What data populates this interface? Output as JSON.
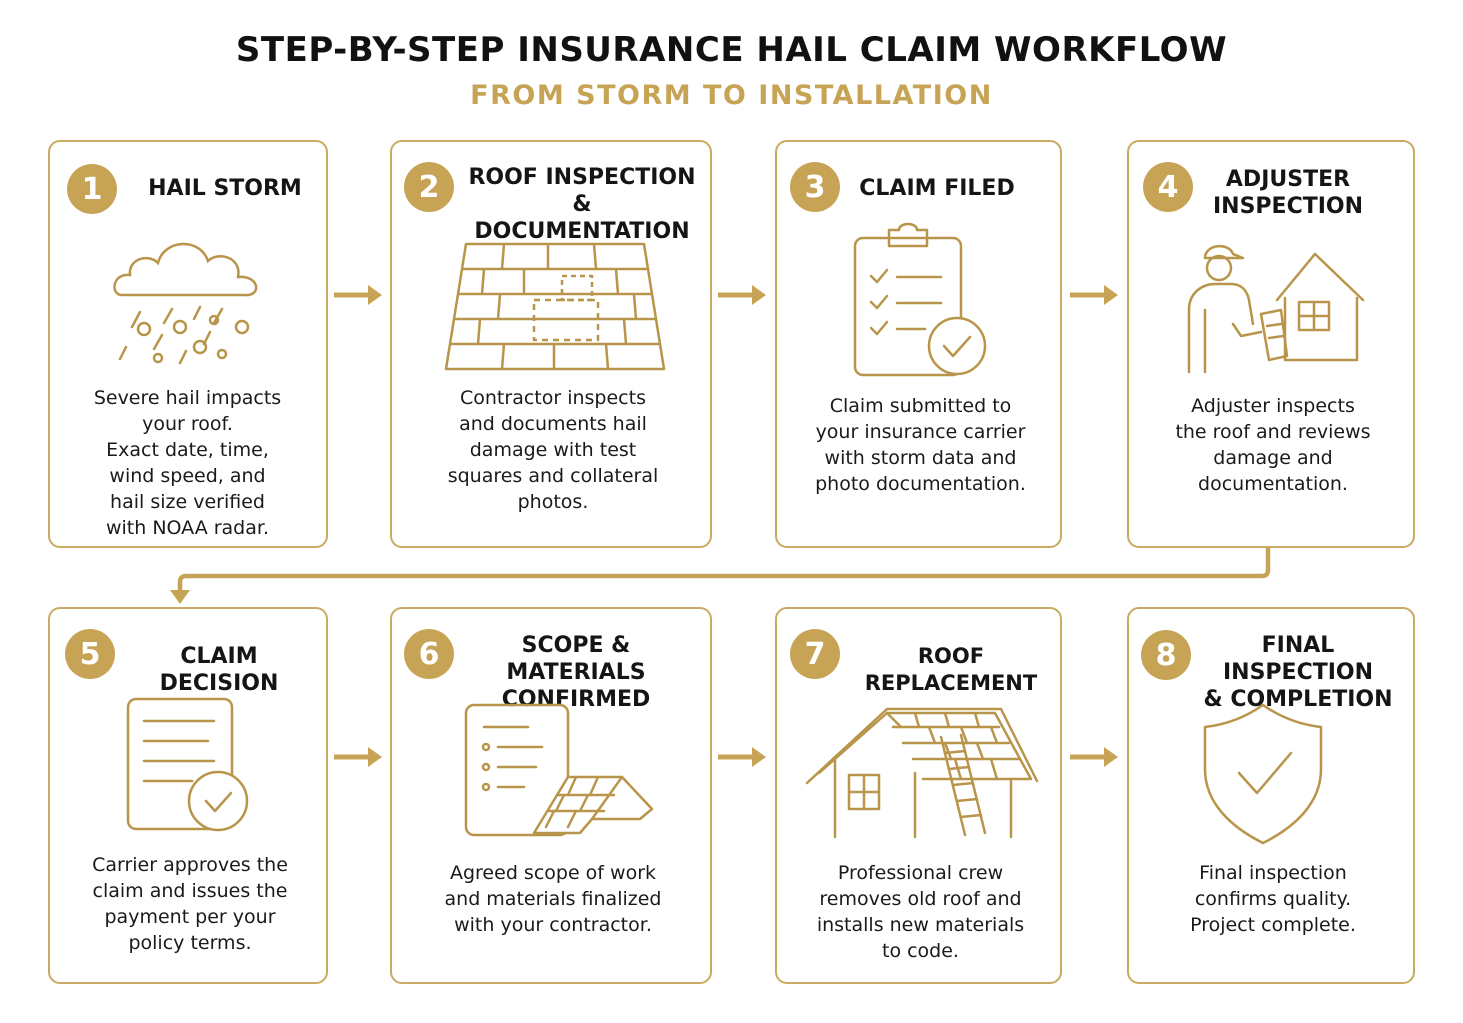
{
  "title": "STEP-BY-STEP INSURANCE HAIL CLAIM WORKFLOW",
  "subtitle": "FROM STORM TO INSTALLATION",
  "colors": {
    "accent": "#c7a455",
    "accent_dark": "#b8954a",
    "border": "#c9aa63",
    "text": "#1a1a1a"
  },
  "steps": [
    {
      "number": "1",
      "title": "HAIL STORM",
      "icon": "hail-cloud-icon",
      "description": "Severe hail impacts\nyour roof.\nExact date, time,\nwind speed, and\nhail size verified\nwith NOAA radar."
    },
    {
      "number": "2",
      "title": "ROOF INSPECTION\n& DOCUMENTATION",
      "icon": "roof-test-square-icon",
      "description": "Contractor inspects\nand documents hail\ndamage with test\nsquares and collateral\nphotos."
    },
    {
      "number": "3",
      "title": "CLAIM FILED",
      "icon": "clipboard-check-icon",
      "description": "Claim submitted to\nyour insurance carrier\nwith storm data and\nphoto documentation."
    },
    {
      "number": "4",
      "title": "ADJUSTER\nINSPECTION",
      "icon": "adjuster-house-icon",
      "description": "Adjuster inspects\nthe roof and reviews\ndamage and\ndocumentation."
    },
    {
      "number": "5",
      "title": "CLAIM DECISION",
      "icon": "approved-document-icon",
      "description": "Carrier approves the\nclaim and issues the\npayment per your\npolicy terms."
    },
    {
      "number": "6",
      "title": "SCOPE  & MATERIALS\nCONFIRMED",
      "icon": "scope-materials-icon",
      "description": "Agreed scope of work\nand materials finalized\nwith your contractor."
    },
    {
      "number": "7",
      "title": "ROOF REPLACEMENT",
      "icon": "house-ladder-icon",
      "description": "Professional crew\nremoves old roof and\ninstalls new materials\nto code."
    },
    {
      "number": "8",
      "title": "FINAL INSPECTION\n& COMPLETION",
      "icon": "shield-check-icon",
      "description": "Final inspection\nconfirms quality.\nProject complete."
    }
  ]
}
